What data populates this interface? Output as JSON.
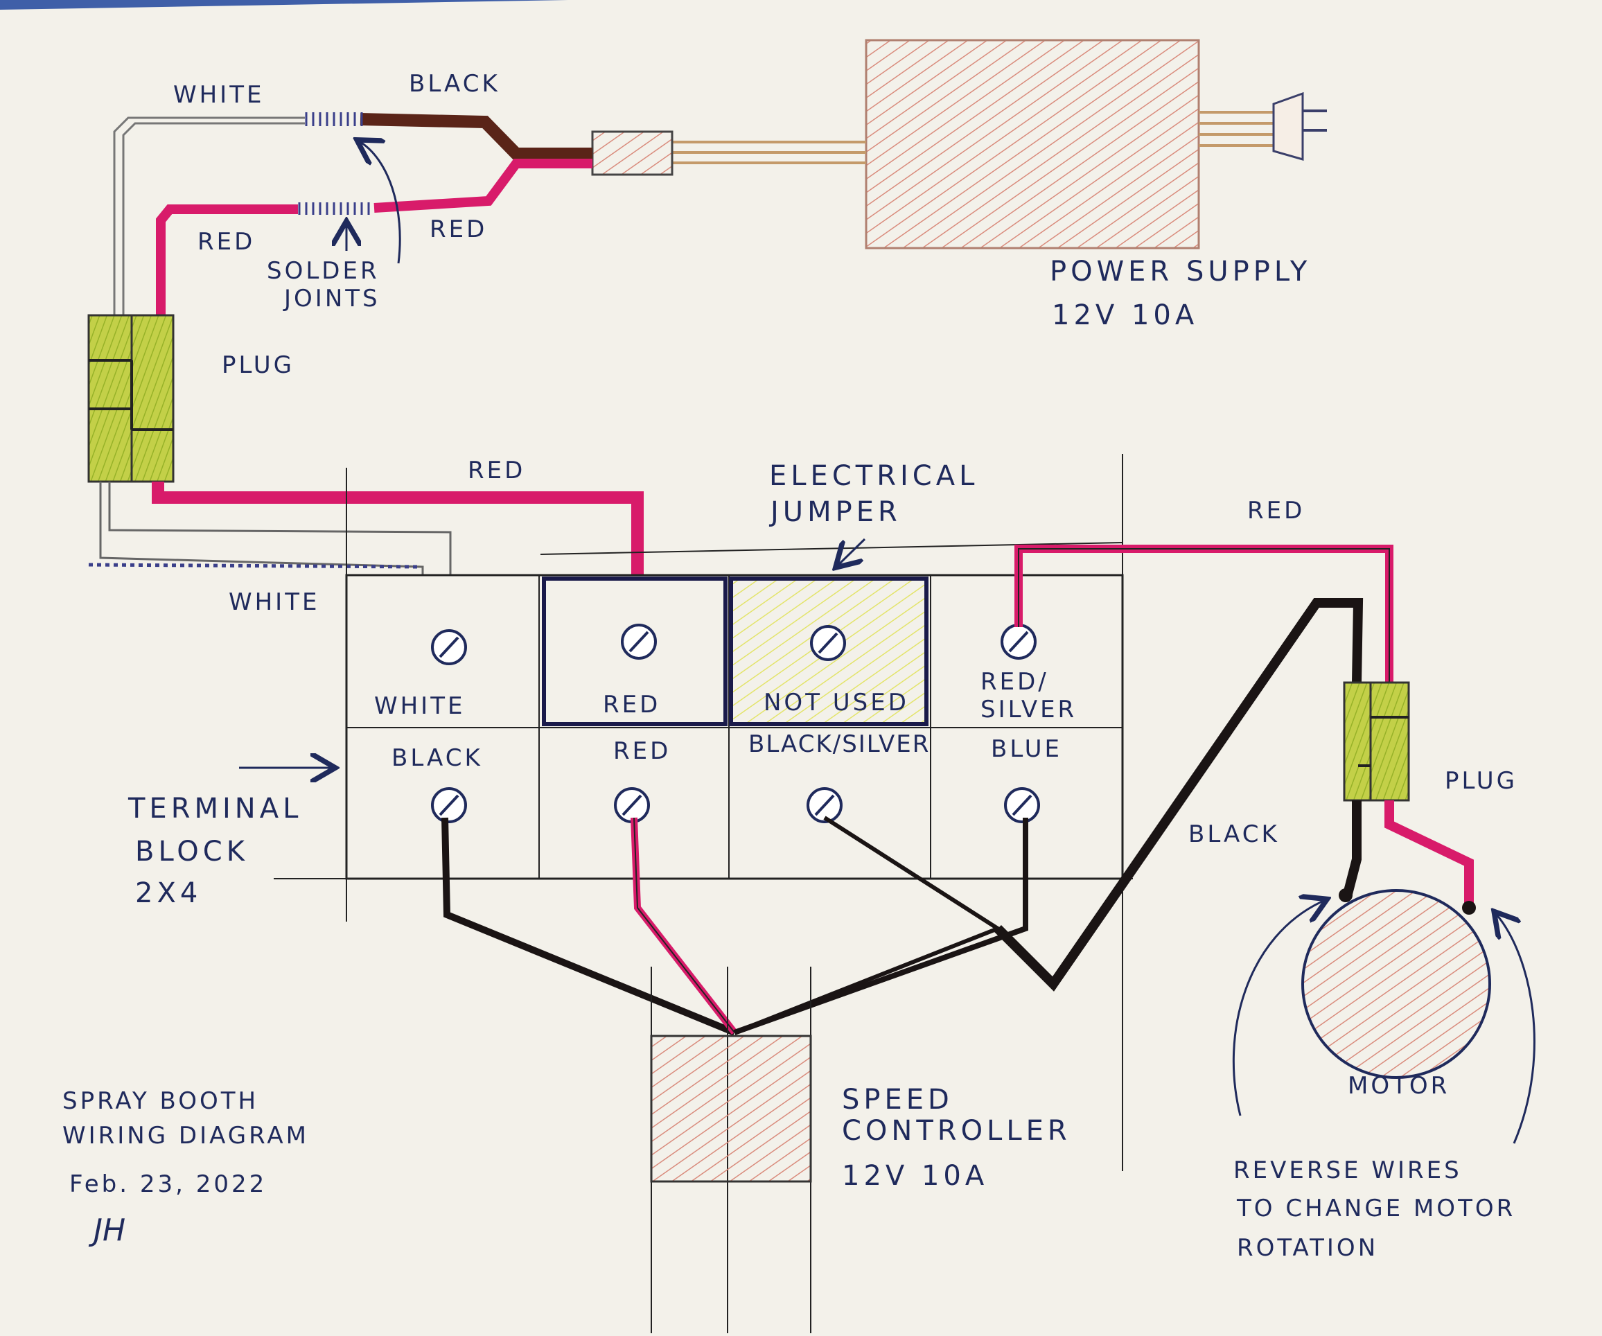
{
  "colors": {
    "paper": "#f3f1ea",
    "ink": "#1f2a5c",
    "red_wire": "#d81b6a",
    "black_wire": "#1a1414",
    "brown_wire": "#5a2418",
    "plug_green": "#b7cc3c",
    "hatch_red": "#d98b7c",
    "jumper_yellow": "#e6ea7a"
  },
  "labels": {
    "top_white": "WHITE",
    "top_black": "BLACK",
    "red_left": "RED",
    "red_right": "RED",
    "solder_1": "SOLDER",
    "solder_2": "JOINTS",
    "power_supply_1": "POWER SUPPLY",
    "power_supply_2": "12V 10A",
    "plug_left": "PLUG",
    "red_top_mid": "RED",
    "jumper_1": "ELECTRICAL",
    "jumper_2": "JUMPER",
    "red_top_right": "RED",
    "white_lower": "WHITE",
    "term_white": "WHITE",
    "term_red_top": "RED",
    "term_not_used": "NOT USED",
    "term_red_silver_1": "RED/",
    "term_red_silver_2": "SILVER",
    "term_black": "BLACK",
    "term_red_bottom": "RED",
    "term_black_silver": "BLACK/SILVER",
    "term_blue": "BLUE",
    "terminal_block_1": "TERMINAL",
    "terminal_block_2": "BLOCK",
    "terminal_block_3": "2X4",
    "black_diag": "BLACK",
    "plug_right": "PLUG",
    "motor": "MOTOR",
    "speed_1": "SPEED",
    "speed_2": "CONTROLLER",
    "speed_3": "12V 10A",
    "title_1": "SPRAY BOOTH",
    "title_2": "WIRING DIAGRAM",
    "title_3": "Feb. 23, 2022",
    "signature": "JH",
    "reverse_1": "REVERSE  WIRES",
    "reverse_2": "TO  CHANGE  MOTOR",
    "reverse_3": "ROTATION"
  }
}
